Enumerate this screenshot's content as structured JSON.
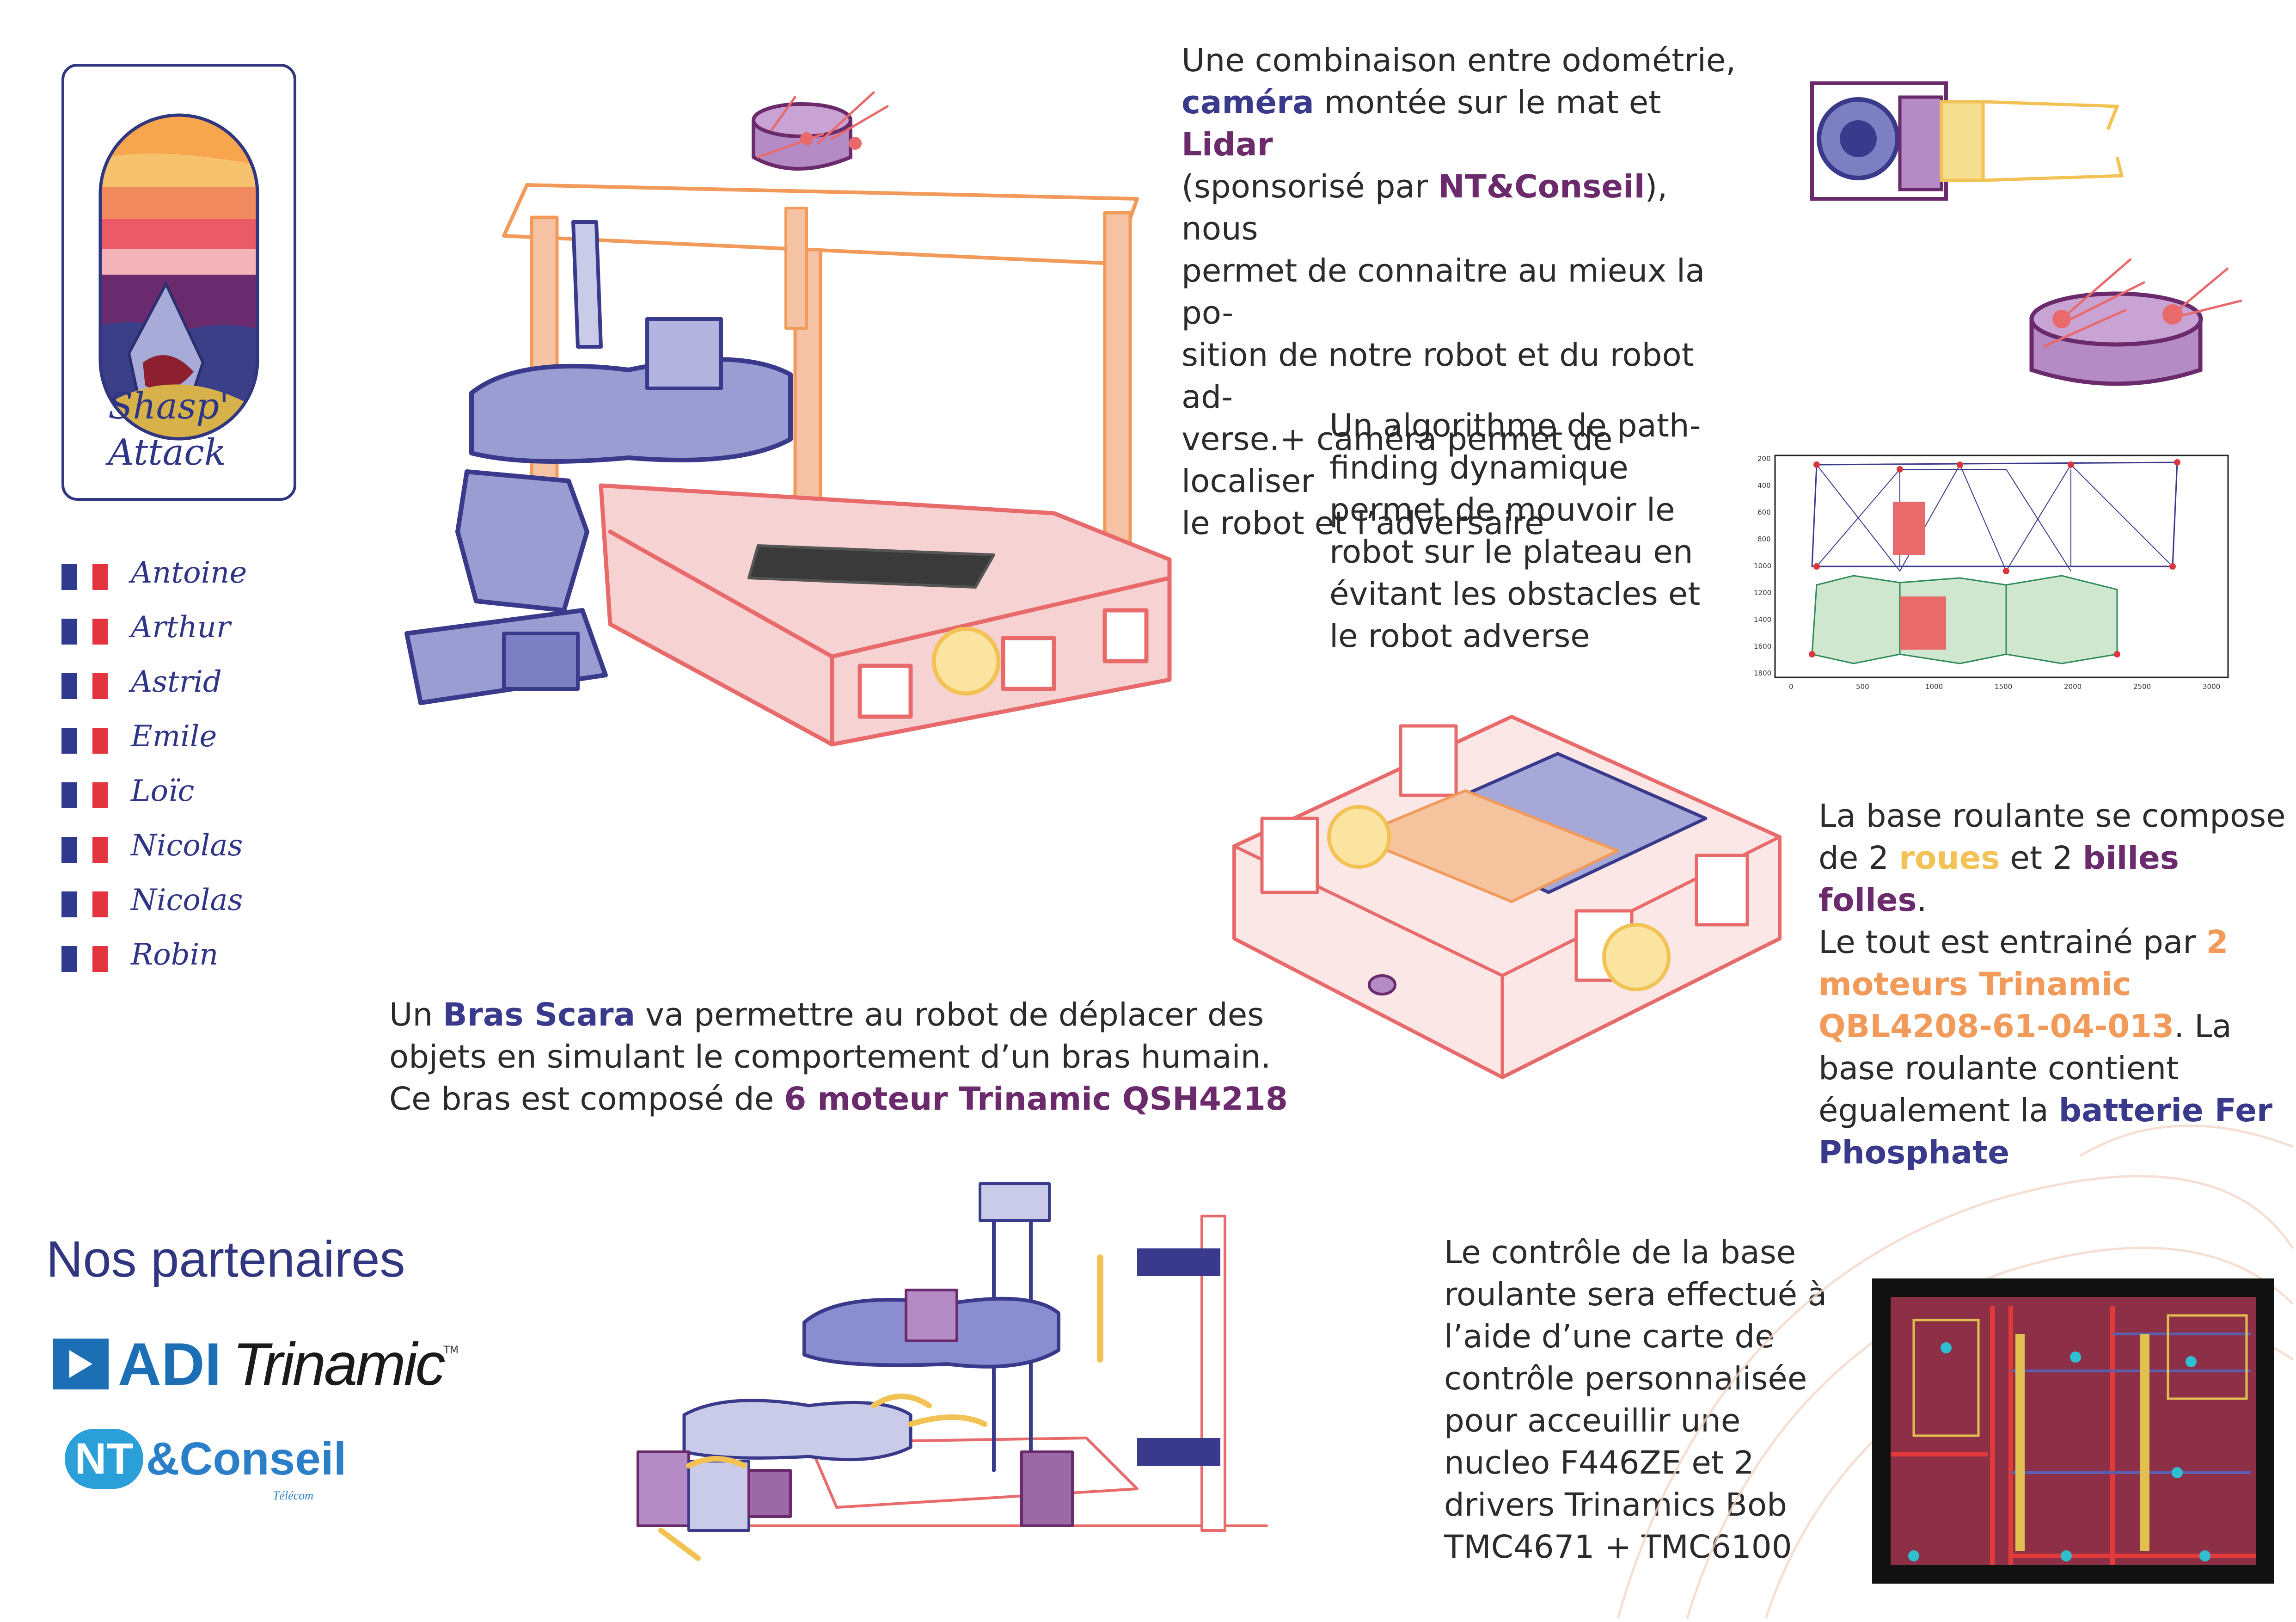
{
  "team": {
    "logo_text_line1": "Shasp'",
    "logo_text_line2": "Attack",
    "members": [
      "Antoine",
      "Arthur",
      "Astrid",
      "Emile",
      "Loïc",
      "Nicolas",
      "Nicolas",
      "Robin"
    ]
  },
  "localisation": {
    "line1": "Une combinaison entre odométrie,",
    "camera": "caméra",
    "mid1": " montée sur le mat et ",
    "lidar": "Lidar",
    "line3a": "(sponsorisé par ",
    "ntc": "NT&Conseil",
    "line3b": "), nous",
    "line4": "permet de connaitre au mieux la po-",
    "line5": "sition de notre robot et du robot ad-",
    "line6": "verse.+ caméra permet de localiser",
    "line7": "le robot et l’adversaire"
  },
  "pathfinding": {
    "lines": [
      "Un algorithme de path-",
      "finding dynamique",
      "permet de mouvoir le",
      "robot sur le plateau en",
      "évitant les obstacles et",
      "le robot adverse"
    ],
    "plot": {
      "y_ticks": [
        "200",
        "400",
        "600",
        "800",
        "1000",
        "1200",
        "1400",
        "1600",
        "1800"
      ],
      "x_ticks": [
        "0",
        "500",
        "1000",
        "1500",
        "2000",
        "2500",
        "3000"
      ]
    }
  },
  "base": {
    "l1a": "La base roulante se compose",
    "l2a": "de 2 ",
    "roues": "roues",
    "l2b": " et 2 ",
    "billes": "billes folles",
    "l2c": ".",
    "l3a": "Le tout est entrainé par ",
    "two": "2",
    "moteurs": "moteurs Trinamic",
    "qbl": "QBL4208-61-04-013",
    "l5b": ". La",
    "l6": "base roulante contient",
    "l7a": "égualement la ",
    "batt1": "batterie Fer",
    "batt2": "Phosphate"
  },
  "scara": {
    "l1a": "Un ",
    "bras": "Bras Scara",
    "l1b": " va permettre au robot de déplacer des",
    "l2": "objets en simulant le comportement d’un bras humain.",
    "l3a": "Ce bras est composé de ",
    "moteur": "6 moteur Trinamic QSH4218"
  },
  "control": {
    "lines": [
      "Le contrôle de la base",
      "roulante sera effectué à",
      "l’aide d’une carte de",
      "contrôle personnalisée",
      "pour acceuillir une",
      "nucleo F446ZE et 2",
      "drivers Trinamics Bob",
      "TMC4671 + TMC6100"
    ]
  },
  "partners": {
    "title": "Nos partenaires",
    "adi": "ADI",
    "trinamic": "Trinamic",
    "tm": "TM",
    "nt": "NT",
    "conseil": "&Conseil",
    "telecom": "Télécom"
  },
  "colors": {
    "blue": "#3a3a8c",
    "purple": "#6b2a6b",
    "orange": "#f19a5a",
    "red": "#e86a6a",
    "yellow": "#f2c255"
  }
}
